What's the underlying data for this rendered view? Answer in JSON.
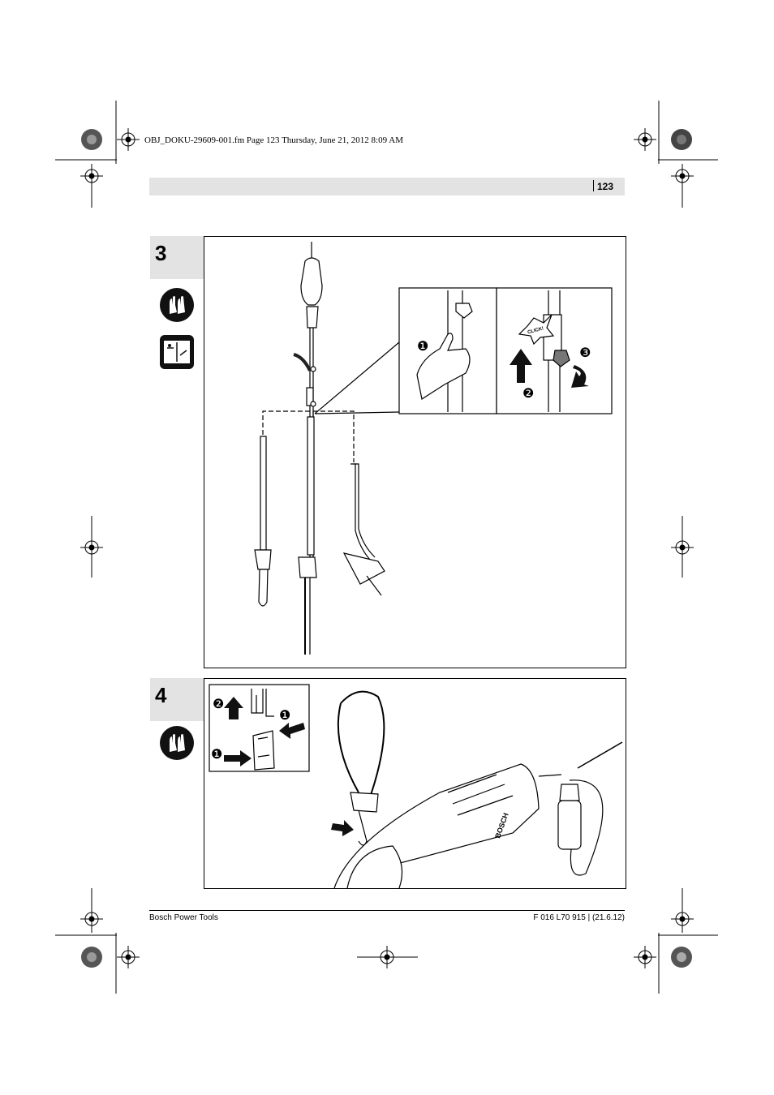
{
  "print_header": "OBJ_DOKU-29609-001.fm  Page 123  Thursday, June 21, 2012  8:09 AM",
  "page_number": "123",
  "steps": [
    {
      "number": "3",
      "callouts": [
        "❶",
        "❷",
        "❸"
      ],
      "click_label": "CLICK!"
    },
    {
      "number": "4",
      "callouts": [
        "❷",
        "❶",
        "❶"
      ],
      "brand_label": "BOSCH"
    }
  ],
  "icons": {
    "step3": [
      "gloves-icon",
      "read-manual-icon"
    ],
    "step4": [
      "gloves-icon"
    ]
  },
  "footer": {
    "left": "Bosch Power Tools",
    "right": "F 016 L70 915 | (21.6.12)"
  }
}
